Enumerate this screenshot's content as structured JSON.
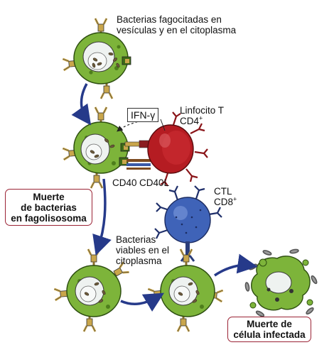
{
  "labels": {
    "phagocytosed": [
      "Bacterias fagocitadas en",
      "vesículas y en el citoplasma"
    ],
    "ifn": "IFN-γ",
    "t_cell": [
      "Linfocito T",
      "CD4"
    ],
    "t_cell_sup": "+",
    "cd40": "CD40",
    "cd40l": "CD40L",
    "killing_box": [
      "Muerte",
      "de bacterias",
      "en fagolisosoma"
    ],
    "ctl": [
      "CTL",
      "CD8"
    ],
    "ctl_sup": "+",
    "viable": [
      "Bacterias",
      "viables en el",
      "citoplasma"
    ],
    "death_box": [
      "Muerte de",
      "célula infectada"
    ]
  },
  "colors": {
    "macrophage": "#7db43a",
    "macrophage_dark": "#3e6b17",
    "vesicle": "#eef2f0",
    "cd4_cell": "#b51c22",
    "ctl_cell": "#3f63b8",
    "mhc": "#c9a64b",
    "arrow": "#263a8a",
    "box_border": "#9b2335"
  }
}
